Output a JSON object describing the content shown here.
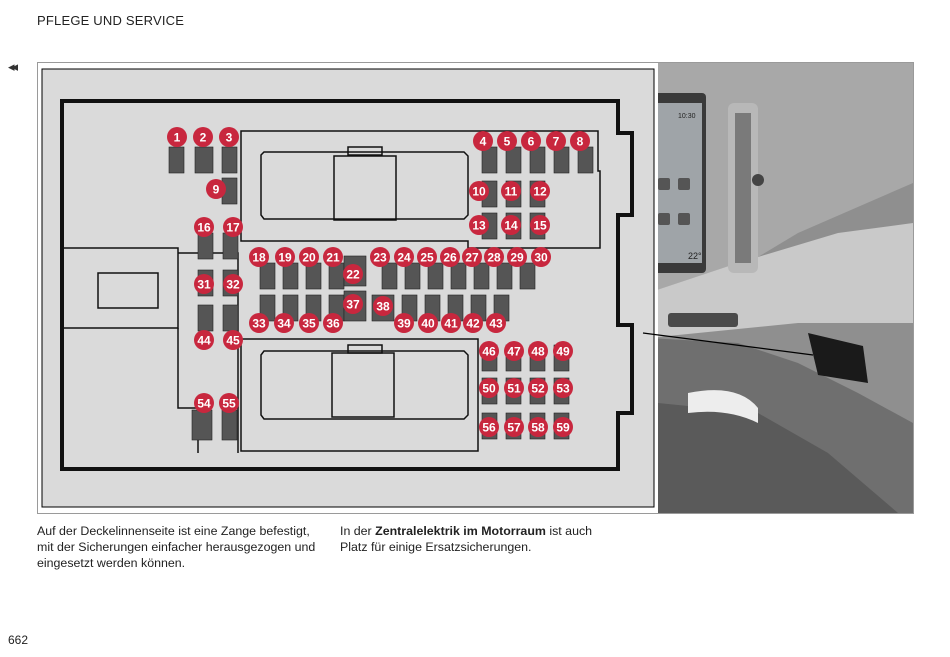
{
  "header": {
    "section_title": "PFLEGE UND SERVICE"
  },
  "nav": {
    "icon": "double-left-arrow-icon",
    "glyph": "◂◂"
  },
  "figure": {
    "id_code": "006656",
    "fuses": [
      "1",
      "2",
      "3",
      "4",
      "5",
      "6",
      "7",
      "8",
      "9",
      "10",
      "11",
      "12",
      "13",
      "14",
      "15",
      "16",
      "17",
      "18",
      "19",
      "20",
      "21",
      "22",
      "23",
      "24",
      "25",
      "26",
      "27",
      "28",
      "29",
      "30",
      "31",
      "32",
      "33",
      "34",
      "35",
      "36",
      "37",
      "38",
      "39",
      "40",
      "41",
      "42",
      "43",
      "44",
      "45",
      "46",
      "47",
      "48",
      "49",
      "50",
      "51",
      "52",
      "53",
      "54",
      "55",
      "56",
      "57",
      "58",
      "59"
    ],
    "screen_labels": {
      "time": "10:30",
      "temp": "22°"
    },
    "colors": {
      "marker": "#c8273e",
      "panel_bg": "#dadada",
      "fuse_fill": "#555555"
    }
  },
  "text": {
    "col1": "Auf der Deckelinnenseite ist eine Zange befes­tigt, mit der Sicherungen einfacher herausgezo­gen und eingesetzt werden können.",
    "col2_before": "In der ",
    "col2_bold": "Zentralelektrik im Motorraum",
    "col2_after": " ist auch Platz für einige Ersatzsicherungen."
  },
  "page": {
    "number": "662"
  }
}
